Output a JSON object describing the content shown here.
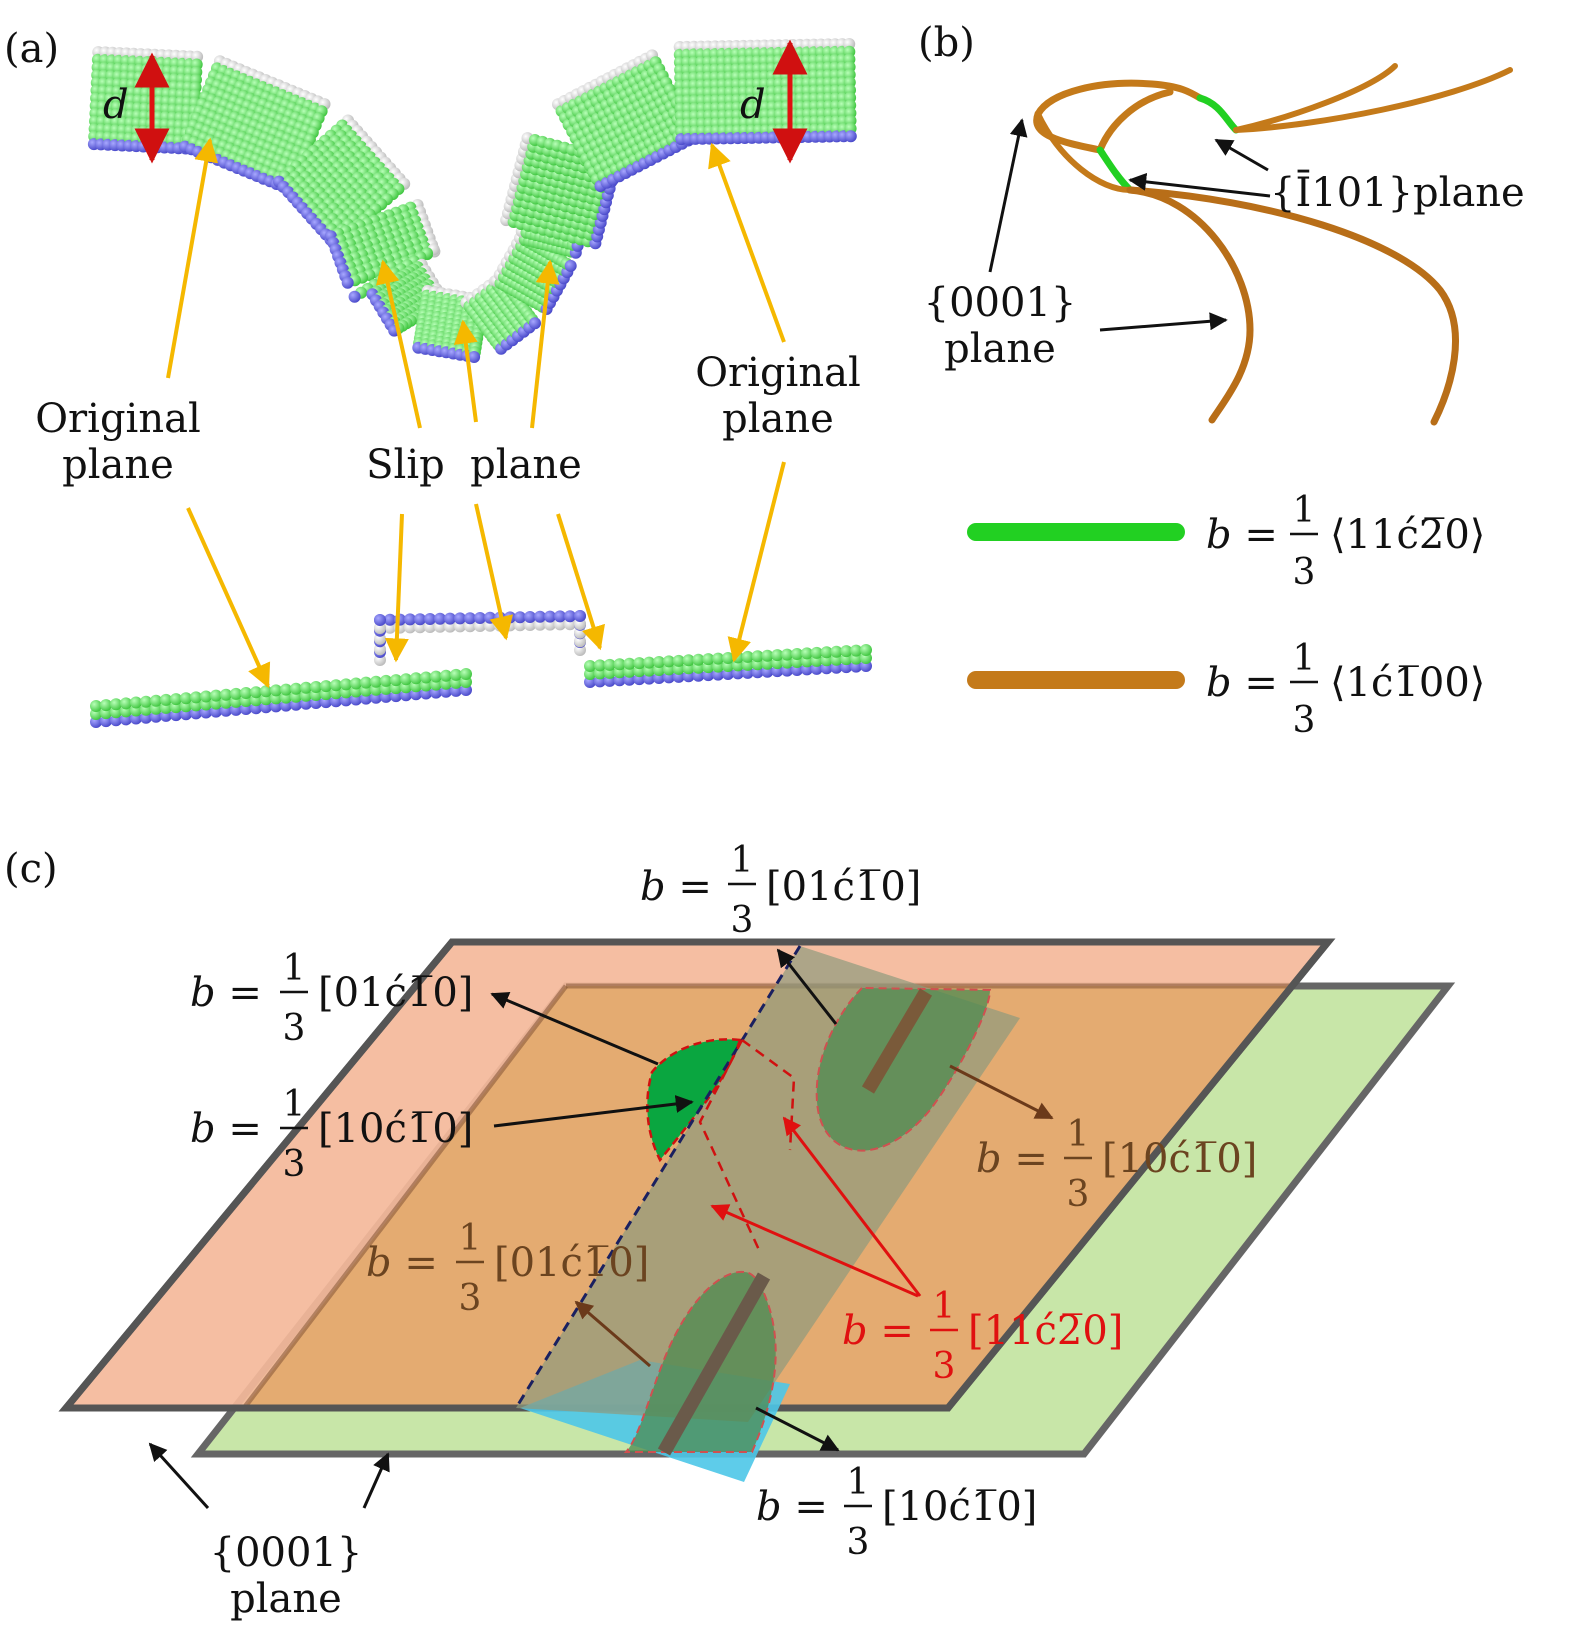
{
  "panel_a": {
    "label": "(a)",
    "d_label": "d",
    "original_plane": [
      "Original",
      "plane"
    ],
    "slip_plane": "Slip  plane"
  },
  "panel_b": {
    "label": "(b)",
    "plane_1101": "{Ī101}plane",
    "plane_0001": [
      "{0001}",
      "plane"
    ],
    "legend": [
      {
        "color": "#22d022",
        "b_prefix": "b =",
        "num": "1",
        "den": "3",
        "vec": "⟨11ć2̅0⟩"
      },
      {
        "color": "#c47a1a",
        "b_prefix": "b =",
        "num": "1",
        "den": "3",
        "vec": "⟨1ć1̅00⟩"
      }
    ]
  },
  "panel_c": {
    "label": "(c)",
    "plane_label": [
      "{0001}",
      "plane"
    ],
    "b_labels": [
      {
        "id": "top",
        "vec": "[01ć1̅0]"
      },
      {
        "id": "left-upper",
        "vec": "[01ć1̅0]"
      },
      {
        "id": "left-lower",
        "vec": "[10ć1̅0]"
      },
      {
        "id": "right",
        "vec": "[10ć1̅0]"
      },
      {
        "id": "mid",
        "vec": "[01ć1̅0]"
      },
      {
        "id": "red",
        "vec": "[11ć2̅0]"
      },
      {
        "id": "bottom",
        "vec": "[10ć1̅0]"
      }
    ]
  },
  "colors": {
    "green_atom": "#5be05b",
    "blue_atom": "#6262d8",
    "white_atom": "#e8e8e8",
    "arrow_yellow": "#f5b800",
    "arrow_red": "#e01010",
    "salmon_plane": "#f4b99a",
    "green_plane": "#c8e6a8",
    "orange_overlap": "#e2a86a",
    "slip_plane": "#a09a7a",
    "blue_plane": "#4cc6e8",
    "loop_green": "#4e8a50"
  }
}
